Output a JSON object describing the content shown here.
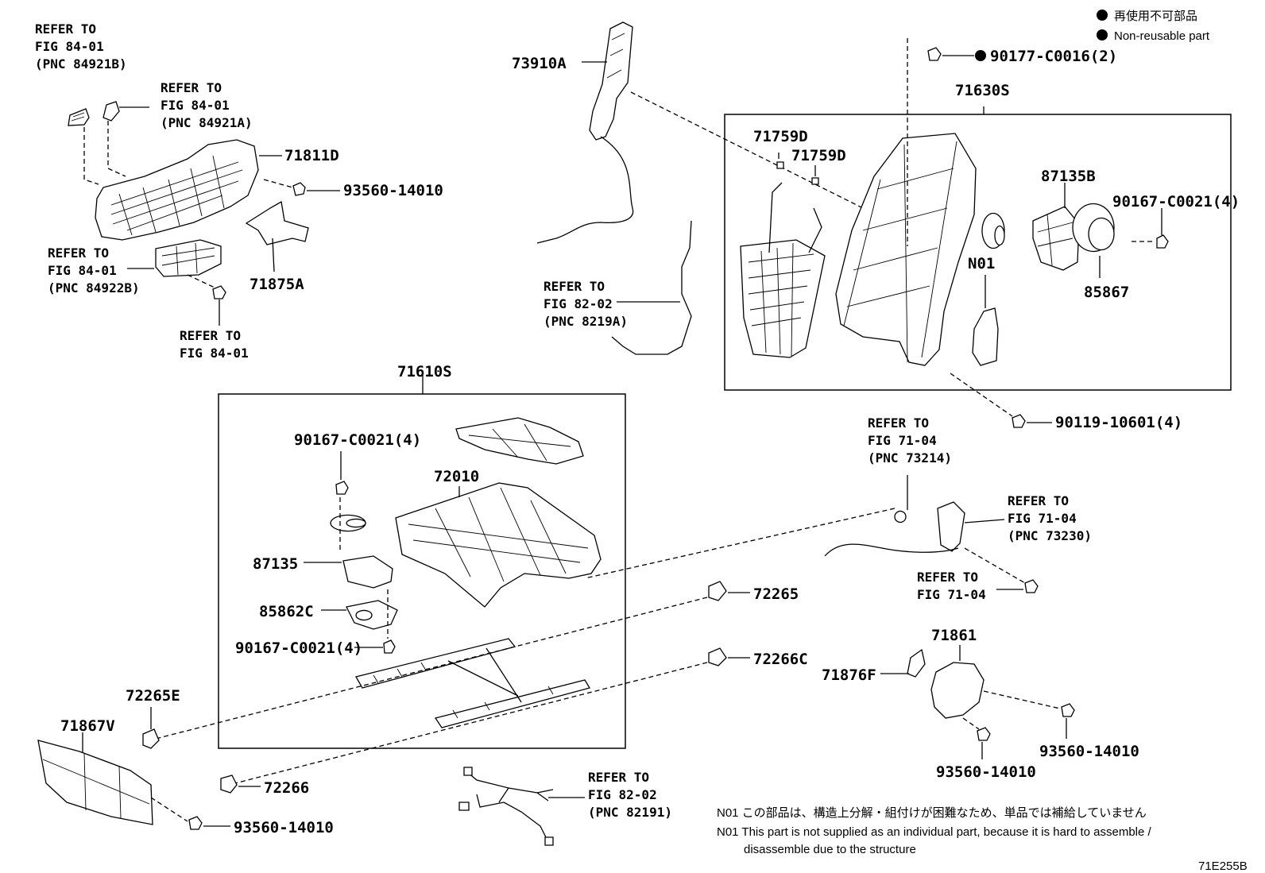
{
  "legend": {
    "jp": "再使用不可部品",
    "en": "Non-reusable part"
  },
  "callouts": {
    "p71811D": "71811D",
    "p93560_a": "93560-14010",
    "p71875A": "71875A",
    "p73910A": "73910A",
    "p71630S": "71630S",
    "p90177": "90177-C0016(2)",
    "p71759D_a": "71759D",
    "p71759D_b": "71759D",
    "p87135B": "87135B",
    "p90167_a": "90167-C0021(4)",
    "pN01": "N01",
    "p85867": "85867",
    "p90119": "90119-10601(4)",
    "p71610S": "71610S",
    "p90167_b": "90167-C0021(4)",
    "p72010": "72010",
    "p87135": "87135",
    "p85862C": "85862C",
    "p90167_c": "90167-C0021(4)",
    "p72265": "72265",
    "p72266C": "72266C",
    "p72265E": "72265E",
    "p71867V": "71867V",
    "p72266": "72266",
    "p93560_b": "93560-14010",
    "p71861": "71861",
    "p71876F": "71876F",
    "p93560_c": "93560-14010",
    "p93560_d": "93560-14010"
  },
  "refs": {
    "r1": [
      "REFER TO",
      "FIG 84-01",
      "(PNC 84921B)"
    ],
    "r2": [
      "REFER TO",
      "FIG 84-01",
      "(PNC 84921A)"
    ],
    "r3": [
      "REFER TO",
      "FIG 84-01",
      "(PNC 84922B)"
    ],
    "r4": [
      "REFER TO",
      "FIG 84-01"
    ],
    "r5": [
      "REFER TO",
      "FIG 82-02",
      "(PNC 8219A)"
    ],
    "r6": [
      "REFER TO",
      "FIG 71-04",
      "(PNC 73214)"
    ],
    "r7": [
      "REFER TO",
      "FIG 71-04",
      "(PNC 73230)"
    ],
    "r8": [
      "REFER TO",
      "FIG 71-04"
    ],
    "r9": [
      "REFER TO",
      "FIG 82-02",
      "(PNC 82191)"
    ]
  },
  "notes": {
    "jp": "N01 この部品は、構造上分解・組付けが困難なため、単品では補給していません",
    "en1": "N01 This part is not supplied as an individual part, because it is hard to assemble /",
    "en2": "disassemble due to the structure"
  },
  "figure_code": "71E255B"
}
